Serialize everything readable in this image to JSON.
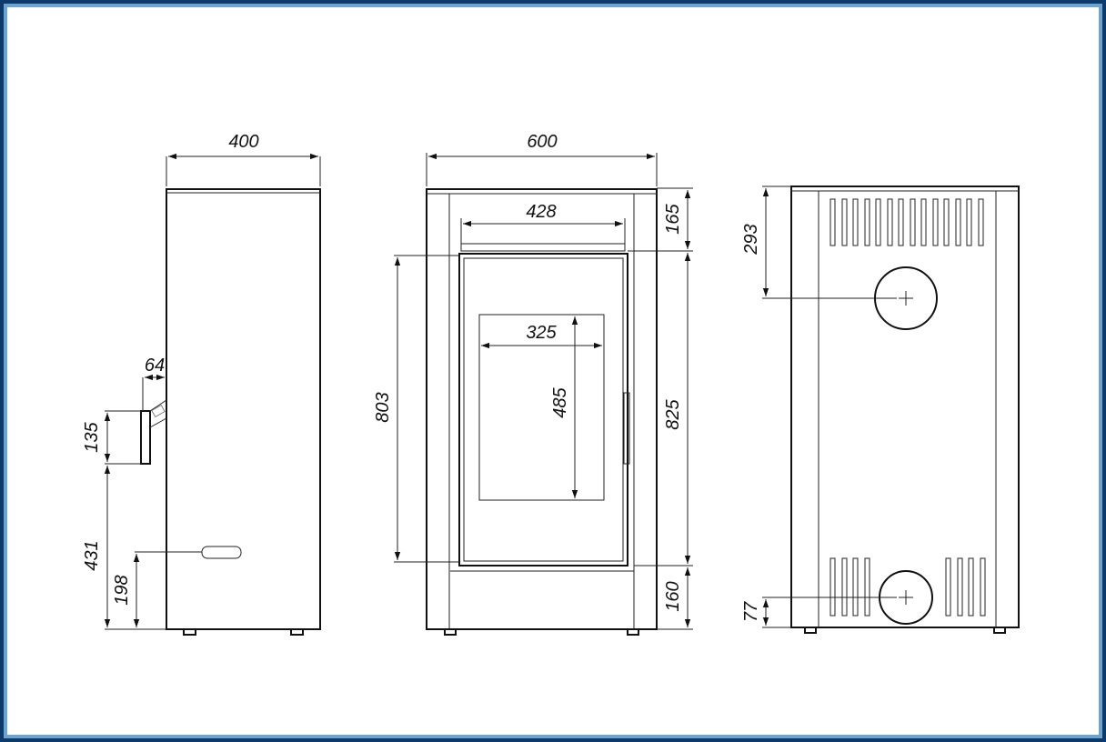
{
  "side_view": {
    "width": "400",
    "handle_depth": "64",
    "handle_height": "135",
    "handle_base": "431",
    "knob_height": "198"
  },
  "front_view": {
    "width": "600",
    "top_opening": "428",
    "glass_width": "325",
    "glass_height": "485",
    "door_height": "803",
    "top_panel": "165",
    "door_section": "825",
    "bottom_panel": "160"
  },
  "rear_view": {
    "top_flue": "293",
    "bottom_flue": "77"
  },
  "colors": {
    "frame_outer": "#0b3a6b",
    "frame_inner": "#6aa4cf",
    "line": "#111111"
  }
}
